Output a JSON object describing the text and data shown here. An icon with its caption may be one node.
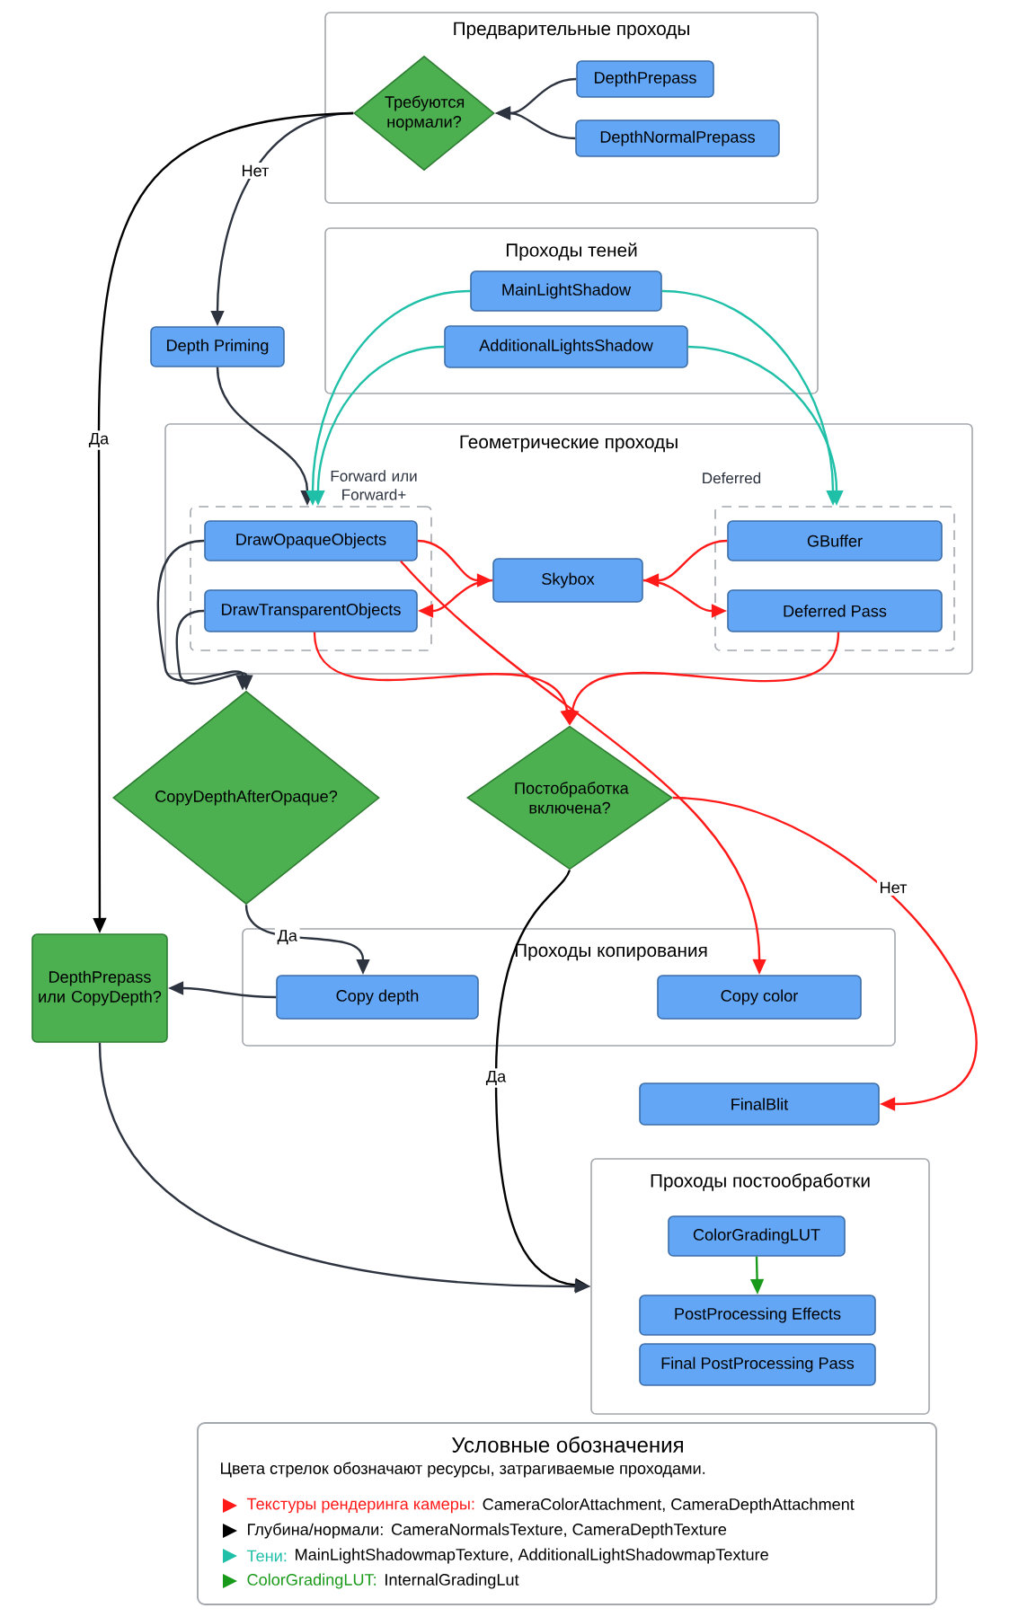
{
  "diagram": {
    "nodes": [
      {
        "text": [
          "Предварительные проходы"
        ]
      },
      {
        "text": [
          "Требуются нормали?"
        ],
        "in": 0
      },
      {
        "text": [
          "DepthPrepass"
        ],
        "in": 0
      },
      {
        "text": [
          "DepthNormalPrepass"
        ],
        "in": 0
      },
      {
        "text": [
          "Проходы теней"
        ]
      },
      {
        "text": [
          "MainLightShadow"
        ],
        "in": 4
      },
      {
        "text": [
          "AdditionalLightsShadow"
        ],
        "in": 4
      },
      {
        "text": [
          "Depth Priming"
        ]
      },
      {
        "text": [
          "Геометрические проходы"
        ]
      },
      {
        "text": [
          "Forward или Forward+"
        ],
        "in": 8
      },
      {
        "text": [
          "DrawOpaqueObjects"
        ],
        "in": 9
      },
      {
        "text": [
          "DrawTransparentObjects"
        ],
        "in": 9
      },
      {
        "text": [
          "Skybox"
        ],
        "in": 8
      },
      {
        "text": [
          "Deferred"
        ],
        "in": 8
      },
      {
        "text": [
          "GBuffer"
        ],
        "in": 13
      },
      {
        "text": [
          "Deferred Pass"
        ],
        "in": 13
      },
      {
        "text": [
          "CopyDepthAfterOpaque?"
        ]
      },
      {
        "text": [
          "Постобработка включена?"
        ]
      },
      {
        "text": [
          "DepthPrepass или CopyDepth?"
        ]
      },
      {
        "text": [
          "Проходы копирования"
        ]
      },
      {
        "text": [
          "Copy depth"
        ],
        "in": 19
      },
      {
        "text": [
          "Copy color"
        ],
        "in": 19
      },
      {
        "text": [
          "FinalBlit"
        ]
      },
      {
        "text": [
          "Проходы постообработки"
        ]
      },
      {
        "text": [
          "ColorGradingLUT"
        ],
        "in": 23
      },
      {
        "text": [
          "PostProcessing Effects"
        ],
        "in": 23
      },
      {
        "text": [
          "Final PostProcessing Pass"
        ],
        "in": 23
      }
    ],
    "edges": [
      {
        "from": 2,
        "to": 1,
        "arrow": "to"
      },
      {
        "from": 3,
        "to": 1,
        "arrow": "to"
      },
      {
        "from": 1,
        "to": 7,
        "arrow": "to",
        "label": "Нет"
      },
      {
        "from": 1,
        "to": 18,
        "arrow": "to",
        "label": "Да",
        "color": "#000000"
      },
      {
        "from": 7,
        "to": 9,
        "arrow": "to"
      },
      {
        "from": 5,
        "to": 9,
        "arrow": "to",
        "color": "#1fbfa8"
      },
      {
        "from": 6,
        "to": 9,
        "arrow": "to",
        "color": "#1fbfa8"
      },
      {
        "from": 5,
        "to": 13,
        "arrow": "to",
        "color": "#1fbfa8"
      },
      {
        "from": 6,
        "to": 13,
        "arrow": "to",
        "color": "#1fbfa8"
      },
      {
        "from": 10,
        "to": 12,
        "arrow": "to",
        "color": "#ff1a1a"
      },
      {
        "from": 12,
        "to": 11,
        "arrow": "to",
        "color": "#ff1a1a"
      },
      {
        "from": 14,
        "to": 12,
        "arrow": "to",
        "color": "#ff1a1a"
      },
      {
        "from": 12,
        "to": 15,
        "arrow": "to",
        "color": "#ff1a1a"
      },
      {
        "from": 11,
        "to": 17,
        "arrow": "to",
        "color": "#ff1a1a"
      },
      {
        "from": 15,
        "to": 17,
        "arrow": "to",
        "color": "#ff1a1a"
      },
      {
        "from": 10,
        "to": 21,
        "arrow": "to",
        "color": "#ff1a1a"
      },
      {
        "from": 10,
        "to": 16,
        "arrow": "to"
      },
      {
        "from": 11,
        "to": 16,
        "arrow": "to"
      },
      {
        "from": 16,
        "to": 20,
        "arrow": "to",
        "label": "Да"
      },
      {
        "from": 20,
        "to": 18,
        "arrow": "to"
      },
      {
        "from": 17,
        "to": 23,
        "arrow": "to",
        "label": "Да",
        "color": "#000000"
      },
      {
        "from": 17,
        "to": 22,
        "arrow": "to",
        "label": "Нет",
        "color": "#ff1a1a"
      },
      {
        "from": 18,
        "to": 23,
        "arrow": "to"
      },
      {
        "from": 24,
        "to": 25,
        "arrow": "to",
        "color": "#1a9a1a"
      }
    ],
    "labels": [
      "Условные обозначения",
      "Цвета стрелок обозначают ресурсы, затрагиваемые проходами.",
      "CameraColorAttachment, CameraDepthAttachment",
      "CameraNormalsTexture, CameraDepthTexture",
      "MainLightShadowmapTexture, AdditionalLightShadowmapTexture",
      "InternalGradingLut"
    ],
    "legend": [
      {
        "text": "Текстуры рендеринга камеры:",
        "color": "#ff1a1a"
      },
      {
        "text": "Глубина/нормали:",
        "color": "#000000"
      },
      {
        "text": "Тени:",
        "color": "#1fbfa8"
      },
      {
        "text": "ColorGradingLUT:",
        "color": "#1a9a1a"
      }
    ]
  }
}
